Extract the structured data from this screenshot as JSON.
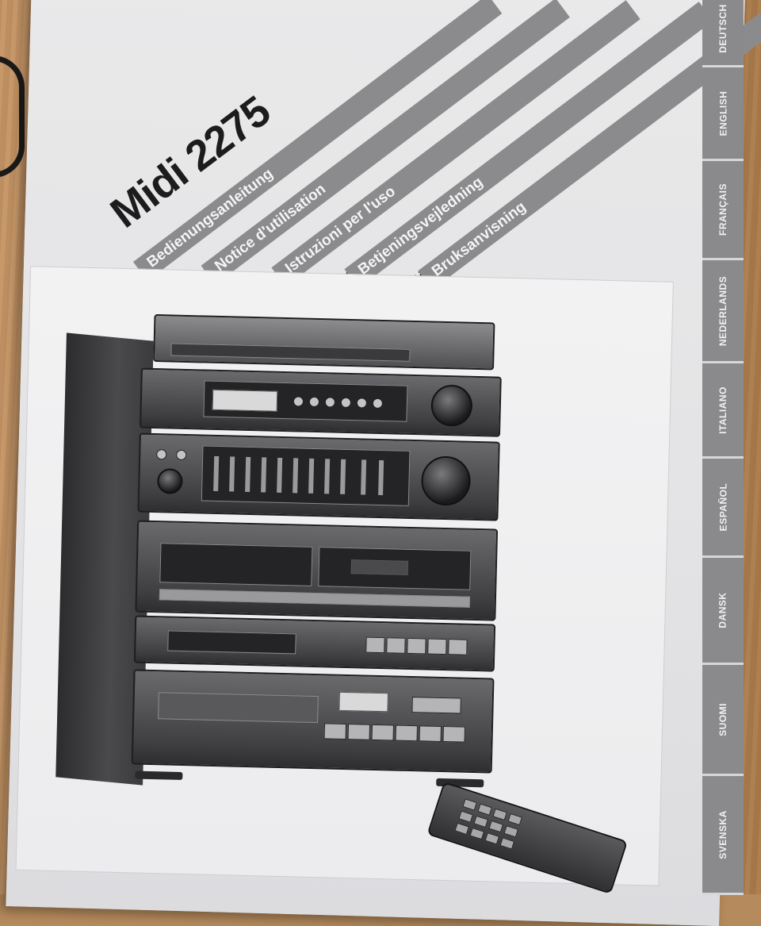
{
  "document": {
    "model": "Midi 2275",
    "titles": [
      "Bedienungsanleitung",
      "Instructions for use",
      "Notice d'utilisation",
      "Gebruiksaanwijzing",
      "Istruzioni per l'uso",
      "Instrucciones para el manejo",
      "Betjeningsvejledning",
      "Käyttöohje",
      "Bruksanvisning"
    ]
  },
  "language_tabs": [
    "DEUTSCH",
    "ENGLISH",
    "FRANÇAIS",
    "NEDERLANDS",
    "ITALIANO",
    "ESPAÑOL",
    "DANSK",
    "SUOMI",
    "SVENSKA"
  ],
  "colors": {
    "stripe_gray": "#8b8b8e",
    "paper": "#e6e6e8",
    "table_wood": "#b58a5c"
  }
}
